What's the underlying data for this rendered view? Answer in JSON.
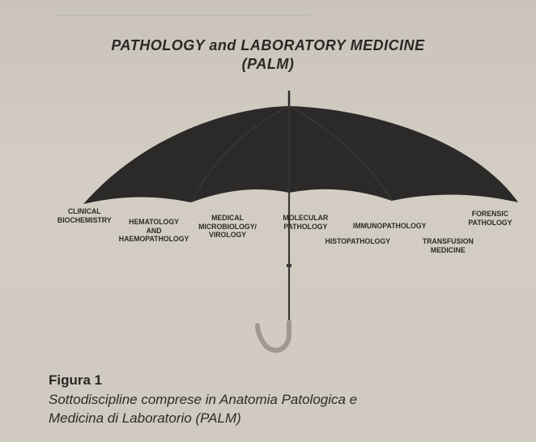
{
  "title": {
    "line1": "PATHOLOGY and LABORATORY MEDICINE",
    "line2": "(PALM)"
  },
  "subdisciplines": {
    "clinical_biochemistry": "CLINICAL\nBIOCHEMISTRY",
    "hematology": "HEMATOLOGY\nAND\nHAEMOPATHOLOGY",
    "microbiology": "MEDICAL\nMICROBIOLOGY/\nVIROLOGY",
    "molecular": "MOLECULAR\nPATHOLOGY",
    "histopathology": "HISTOPATHOLOGY",
    "immunopathology": "IMMUNOPATHOLOGY",
    "transfusion": "TRANSFUSION\nMEDICINE",
    "forensic": "FORENSIC\nPATHOLOGY"
  },
  "figure": {
    "label": "Figura 1",
    "caption_line1": "Sottodiscipline comprese in Anatomia Patologica e",
    "caption_line2": "Medicina di Laboratorio (PALM)"
  },
  "colors": {
    "umbrella": "#2b2a29",
    "text": "#2a2826",
    "paper": "#cfc9bf"
  }
}
